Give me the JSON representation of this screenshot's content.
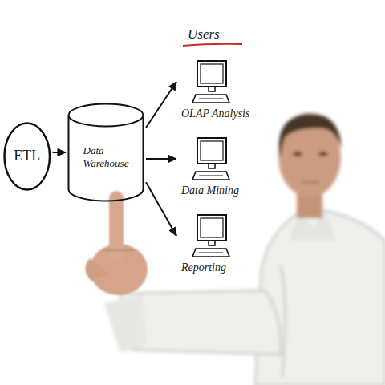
{
  "diagram": {
    "nodes": [
      {
        "text": [
          "ETL"
        ]
      },
      {
        "text": [
          "Data Warehouse"
        ]
      },
      {
        "text": [
          "OLAP Analysis"
        ]
      },
      {
        "text": [
          "Data Mining"
        ]
      },
      {
        "text": [
          "Reporting"
        ]
      }
    ],
    "edges": [
      {
        "from": 0,
        "to": 1,
        "arrow": "to"
      },
      {
        "from": 1,
        "to": 2,
        "arrow": "to"
      },
      {
        "from": 1,
        "to": 3,
        "arrow": "to"
      },
      {
        "from": 1,
        "to": 4,
        "arrow": "to"
      }
    ],
    "labels": [
      "Users"
    ]
  }
}
